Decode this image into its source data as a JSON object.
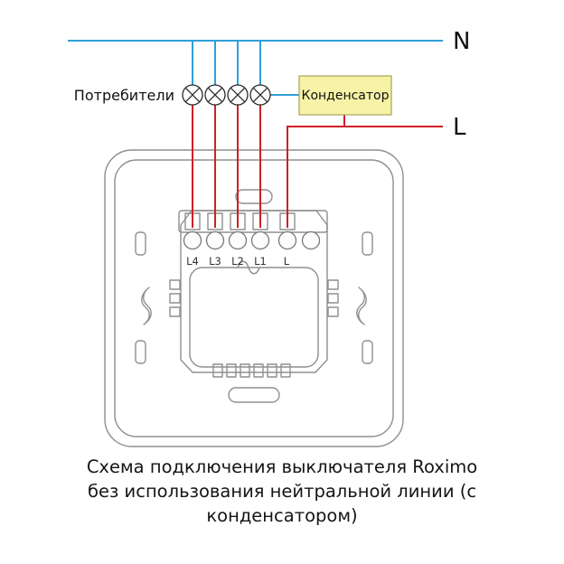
{
  "diagram": {
    "neutral_label": "N",
    "live_label": "L",
    "consumers_label": "Потребители",
    "capacitor_label": "Конденсатор",
    "terminal_labels": [
      "L4",
      "L3",
      "L2",
      "L1",
      "L"
    ],
    "colors": {
      "neutral_wire": "#2f9fd8",
      "live_wire": "#ce2127",
      "capacitor_fill": "#f6f2a6",
      "capacitor_border": "#a9a25a",
      "outline": "#8f8f8f"
    }
  },
  "caption": {
    "line1": "Схема подключения выключателя Roximo",
    "line2": "без использования нейтральной линии (с",
    "line3": "конденсатором)"
  }
}
